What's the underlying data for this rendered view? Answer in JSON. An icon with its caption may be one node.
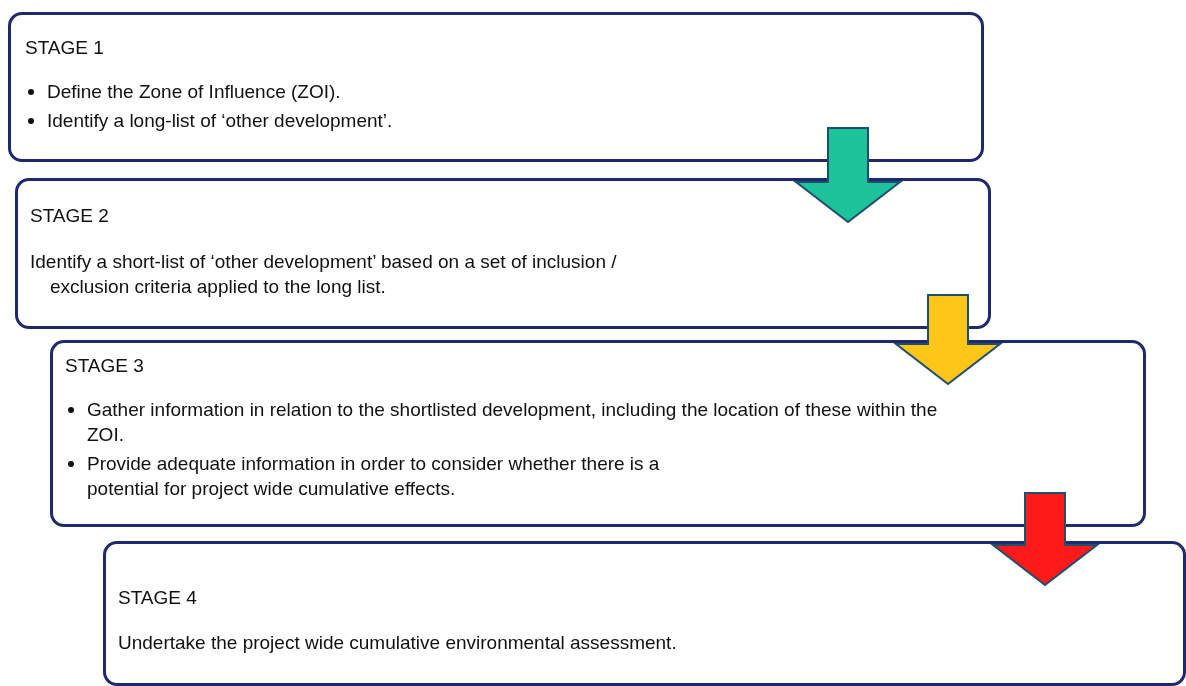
{
  "diagram": {
    "nodes": [
      {
        "text": [
          "STAGE 1",
          "Define the Zone of Influence (ZOI).",
          "Identify a long-list of ‘other development’."
        ]
      },
      {
        "text": [
          "STAGE 2",
          "Identify a short-list of ‘other development’  based on a set of inclusion / exclusion criteria applied to the long list."
        ]
      },
      {
        "text": [
          "STAGE 3",
          "Gather information in relation to the shortlisted development, including the location of these within the ZOI.",
          "Provide adequate information in order to consider whether there is a potential for project wide cumulative effects."
        ]
      },
      {
        "text": [
          "STAGE 4",
          "Undertake the project wide cumulative environmental assessment."
        ]
      }
    ],
    "edges": [
      {
        "from": 0,
        "to": 1,
        "arrow": "to",
        "color": "#1dc39a"
      },
      {
        "from": 1,
        "to": 2,
        "arrow": "to",
        "color": "#ffc61a"
      },
      {
        "from": 2,
        "to": 3,
        "arrow": "to",
        "color": "#ff1a1a"
      }
    ]
  }
}
